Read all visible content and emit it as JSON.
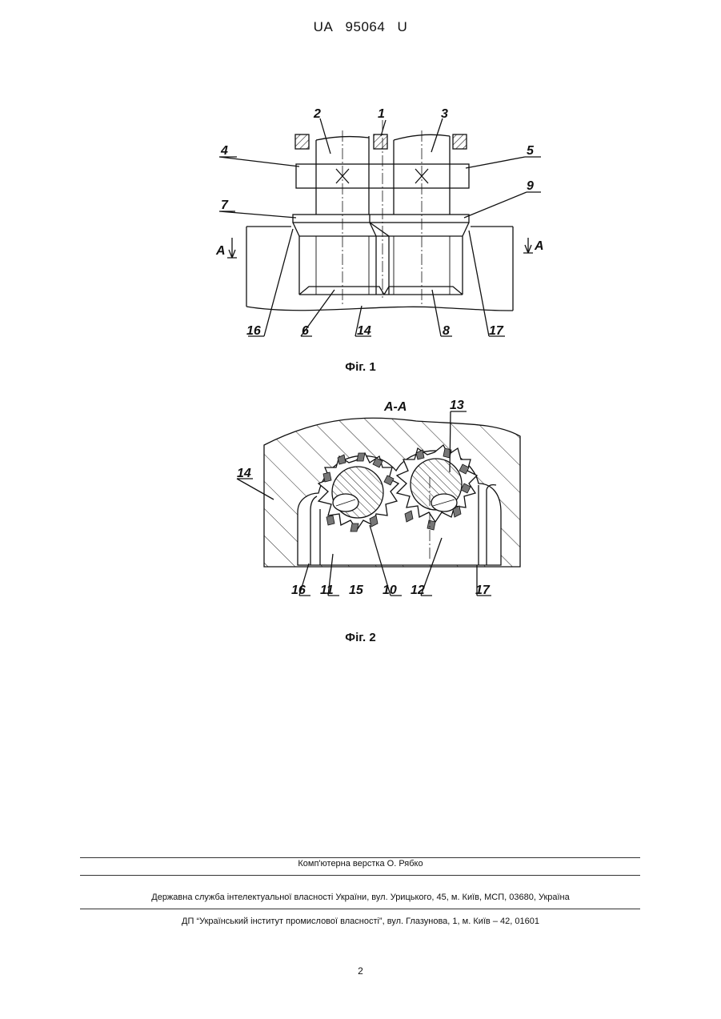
{
  "header": {
    "country": "UA",
    "number": "95064",
    "kind": "U"
  },
  "figure1": {
    "caption": "Фіг. 1",
    "labels": {
      "l1": "1",
      "l2": "2",
      "l3": "3",
      "l4": "4",
      "l5": "5",
      "l6": "6",
      "l7": "7",
      "l8": "8",
      "l9": "9",
      "l14": "14",
      "l16": "16",
      "l17": "17",
      "sectionLeft": "A",
      "sectionRight": "A"
    }
  },
  "figure2": {
    "caption": "Фіг. 2",
    "title": "A-A",
    "labels": {
      "l10": "10",
      "l11": "11",
      "l12": "12",
      "l13": "13",
      "l14": "14",
      "l15": "15",
      "l16": "16",
      "l17": "17"
    }
  },
  "footer": {
    "layout_credit": "Комп'ютерна верстка О. Рябко",
    "agency": "Державна служба інтелектуальної власності України, вул. Урицького, 45, м. Київ, МСП, 03680, Україна",
    "institute": "ДП “Український інститут промислової власності”, вул. Глазунова, 1, м. Київ – 42, 01601",
    "page_number": "2"
  }
}
